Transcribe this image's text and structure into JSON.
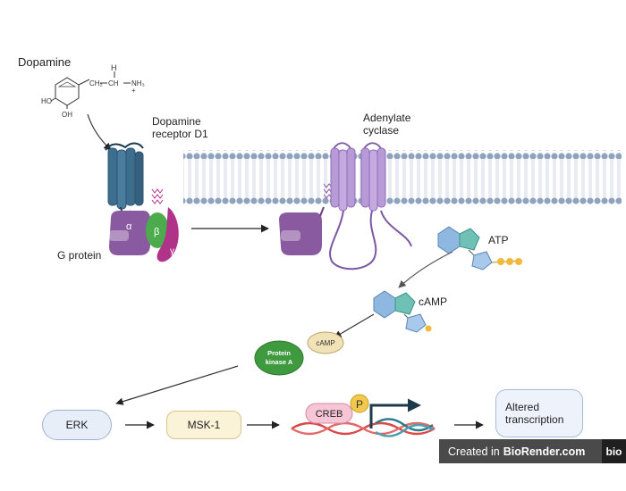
{
  "labels": {
    "dopamine": "Dopamine",
    "receptor_line1": "Dopamine",
    "receptor_line2": "receptor D1",
    "adenylate_line1": "Adenylate",
    "adenylate_line2": "cyclase",
    "g_protein": "G protein",
    "atp": "ATP",
    "camp": "cAMP",
    "erk": "ERK",
    "msk1": "MSK-1",
    "creb": "CREB",
    "creb_p": "P",
    "altered_line1": "Altered",
    "altered_line2": "transcription"
  },
  "molecule": {
    "h": "H",
    "ch2": "CH₂",
    "ch": "CH",
    "nh3": "NH₃",
    "plus": "+",
    "ho": "HO",
    "oh": "OH"
  },
  "gprotein_subunits": {
    "alpha": "α",
    "beta": "β",
    "gamma": "γ"
  },
  "pka": {
    "line1": "Protein",
    "line2": "kinase A",
    "camp_tag": "cAMP"
  },
  "phosphate_label": "P",
  "watermark": {
    "created_in": "Created in",
    "brand": "BioRender.com",
    "logo": "bio"
  },
  "colors": {
    "membrane_head": "#8fa3bf",
    "receptor": "#3e6e8e",
    "g_protein": "#8a5aa0",
    "beta": "#4cab4c",
    "gamma": "#b0338a",
    "adenylate": "#b79ad6",
    "pka": "#3f9a3f",
    "camp_tag": "#f1e2b8",
    "creb": "#f6c6d6",
    "phosphate": "#f2b83a",
    "erk_fill": "#e8eef8",
    "msk_fill": "#fbf3d8"
  }
}
